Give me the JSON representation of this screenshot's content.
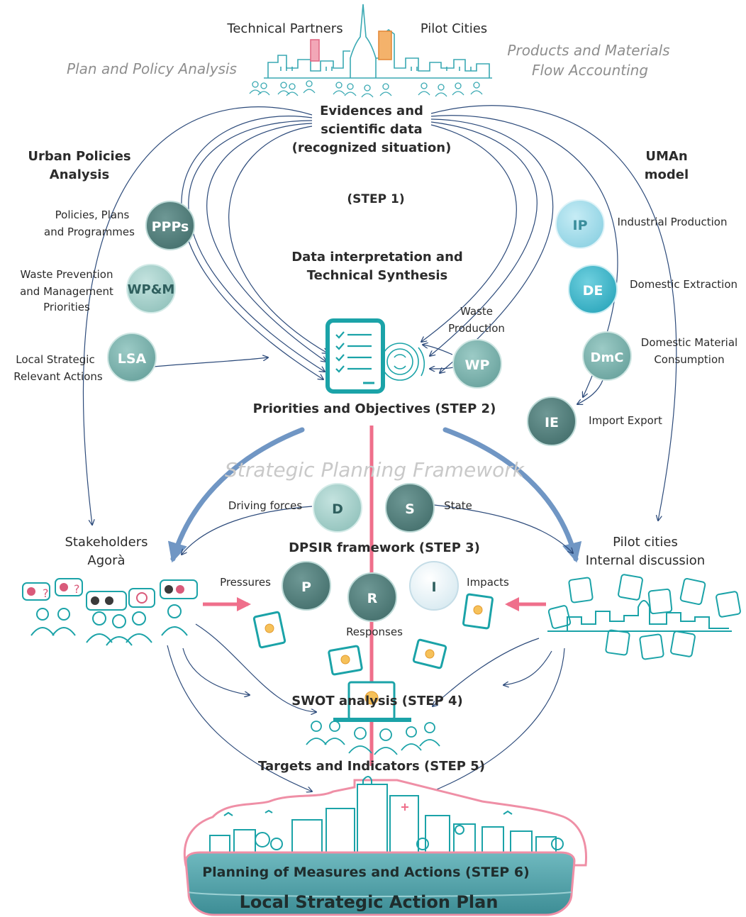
{
  "header": {
    "technical_partners": "Technical Partners",
    "pilot_cities": "Pilot Cities",
    "plan_policy_analysis": "Plan and Policy Analysis",
    "products_flow_1": "Products and Materials",
    "products_flow_2": "Flow Accounting"
  },
  "step1": {
    "evidences_1": "Evidences and",
    "evidences_2": "scientific data",
    "evidences_3": "(recognized situation)",
    "step_label": "(STEP 1)",
    "interp_1": "Data interpretation and",
    "interp_2": "Technical Synthesis"
  },
  "left": {
    "urban_1": "Urban Policies",
    "urban_2": "Analysis",
    "ppps_desc_1": "Policies, Plans",
    "ppps_desc_2": "and Programmes",
    "wpm_desc_1": "Waste Prevention",
    "wpm_desc_2": "and Management",
    "wpm_desc_3": "Priorities",
    "lsa_desc_1": "Local Strategic",
    "lsa_desc_2": "Relevant Actions"
  },
  "right": {
    "uman_1": "UMAn",
    "uman_2": "model",
    "ip_desc": "Industrial Production",
    "de_desc": "Domestic Extraction",
    "wp_desc_1": "Waste",
    "wp_desc_2": "Production",
    "dmc_desc_1": "Domestic Material",
    "dmc_desc_2": "Consumption",
    "ie_desc": "Import Export"
  },
  "nodes": {
    "ppps": "PPPs",
    "wpm": "WP&M",
    "lsa": "LSA",
    "ip": "IP",
    "de": "DE",
    "wp": "WP",
    "dmc": "DmC",
    "ie": "IE",
    "d": "D",
    "s": "S",
    "p": "P",
    "r": "R",
    "i": "I"
  },
  "step2": {
    "label": "Priorities and Objectives (STEP 2)"
  },
  "framework": {
    "label": "Strategic Planning Framework"
  },
  "dpsir": {
    "driving": "Driving forces",
    "state": "State",
    "title": "DPSIR framework (STEP 3)",
    "pressures": "Pressures",
    "impacts": "Impacts",
    "responses": "Responses"
  },
  "side": {
    "stakeholders_1": "Stakeholders",
    "stakeholders_2": "Agorà",
    "pilot_1": "Pilot cities",
    "pilot_2": "Internal discussion"
  },
  "steps": {
    "swot": "SWOT analysis (STEP 4)",
    "targets": "Targets and Indicators (STEP 5)",
    "planning": "Planning of Measures and Actions (STEP 6)",
    "lsap": "Local Strategic Action Plan"
  },
  "colors": {
    "teal_dark": "#4f7f7c",
    "teal_mid": "#7fb5b0",
    "teal_light": "#a6d1cc",
    "cyan_light": "#a6dcea",
    "cyan_mid": "#4bbdcf",
    "cyan_dark": "#1f9ab0",
    "blue_arrow": "#7096c4",
    "pink_arrow": "#ef6f8b",
    "line": "#2c4a7a"
  }
}
